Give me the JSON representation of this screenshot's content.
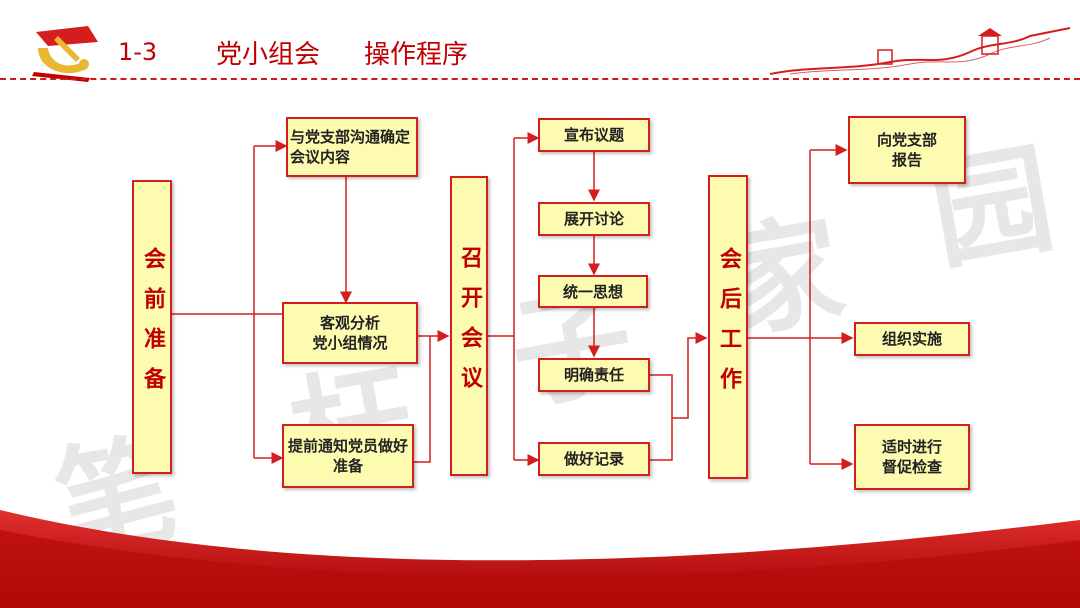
{
  "header": {
    "section": "1-3",
    "title": "党小组会",
    "subtitle": "操作程序"
  },
  "watermark": [
    "笔",
    "杆",
    "子",
    "家",
    "园"
  ],
  "colors": {
    "accent": "#d41e1e",
    "box_fill": "#fdfbb0",
    "title": "#c00000"
  },
  "flow": {
    "prep": {
      "label": "会前准备",
      "items": [
        "与党支部沟通确定会议内容",
        "客观分析\n党小组情况",
        "提前通知党员做好准备"
      ]
    },
    "meeting": {
      "label": "召开会议",
      "steps": [
        "宣布议题",
        "展开讨论",
        "统一思想",
        "明确责任",
        "做好记录"
      ]
    },
    "after": {
      "label": "会后工作",
      "items": [
        "向党支部\n报告",
        "组织实施",
        "适时进行\n督促检查"
      ]
    }
  }
}
